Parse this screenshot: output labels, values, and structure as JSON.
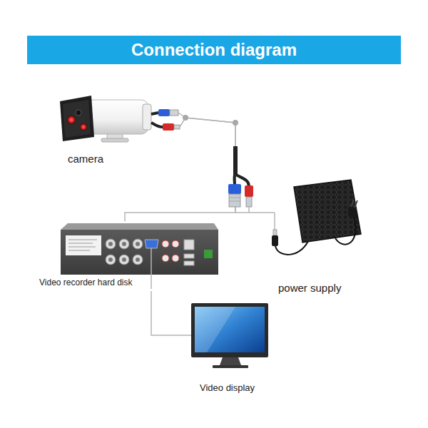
{
  "diagram": {
    "title": "Connection diagram",
    "nodes": [
      {
        "text": [
          "camera"
        ]
      },
      {
        "text": [
          "Video recorder hard disk"
        ]
      },
      {
        "text": [
          "power supply"
        ]
      },
      {
        "text": [
          "Video display"
        ]
      }
    ],
    "edges": [
      {
        "from": 0,
        "to": 1,
        "arrow": "none"
      },
      {
        "from": 0,
        "to": 2,
        "arrow": "none"
      },
      {
        "from": 1,
        "to": 3,
        "arrow": "none"
      }
    ]
  }
}
